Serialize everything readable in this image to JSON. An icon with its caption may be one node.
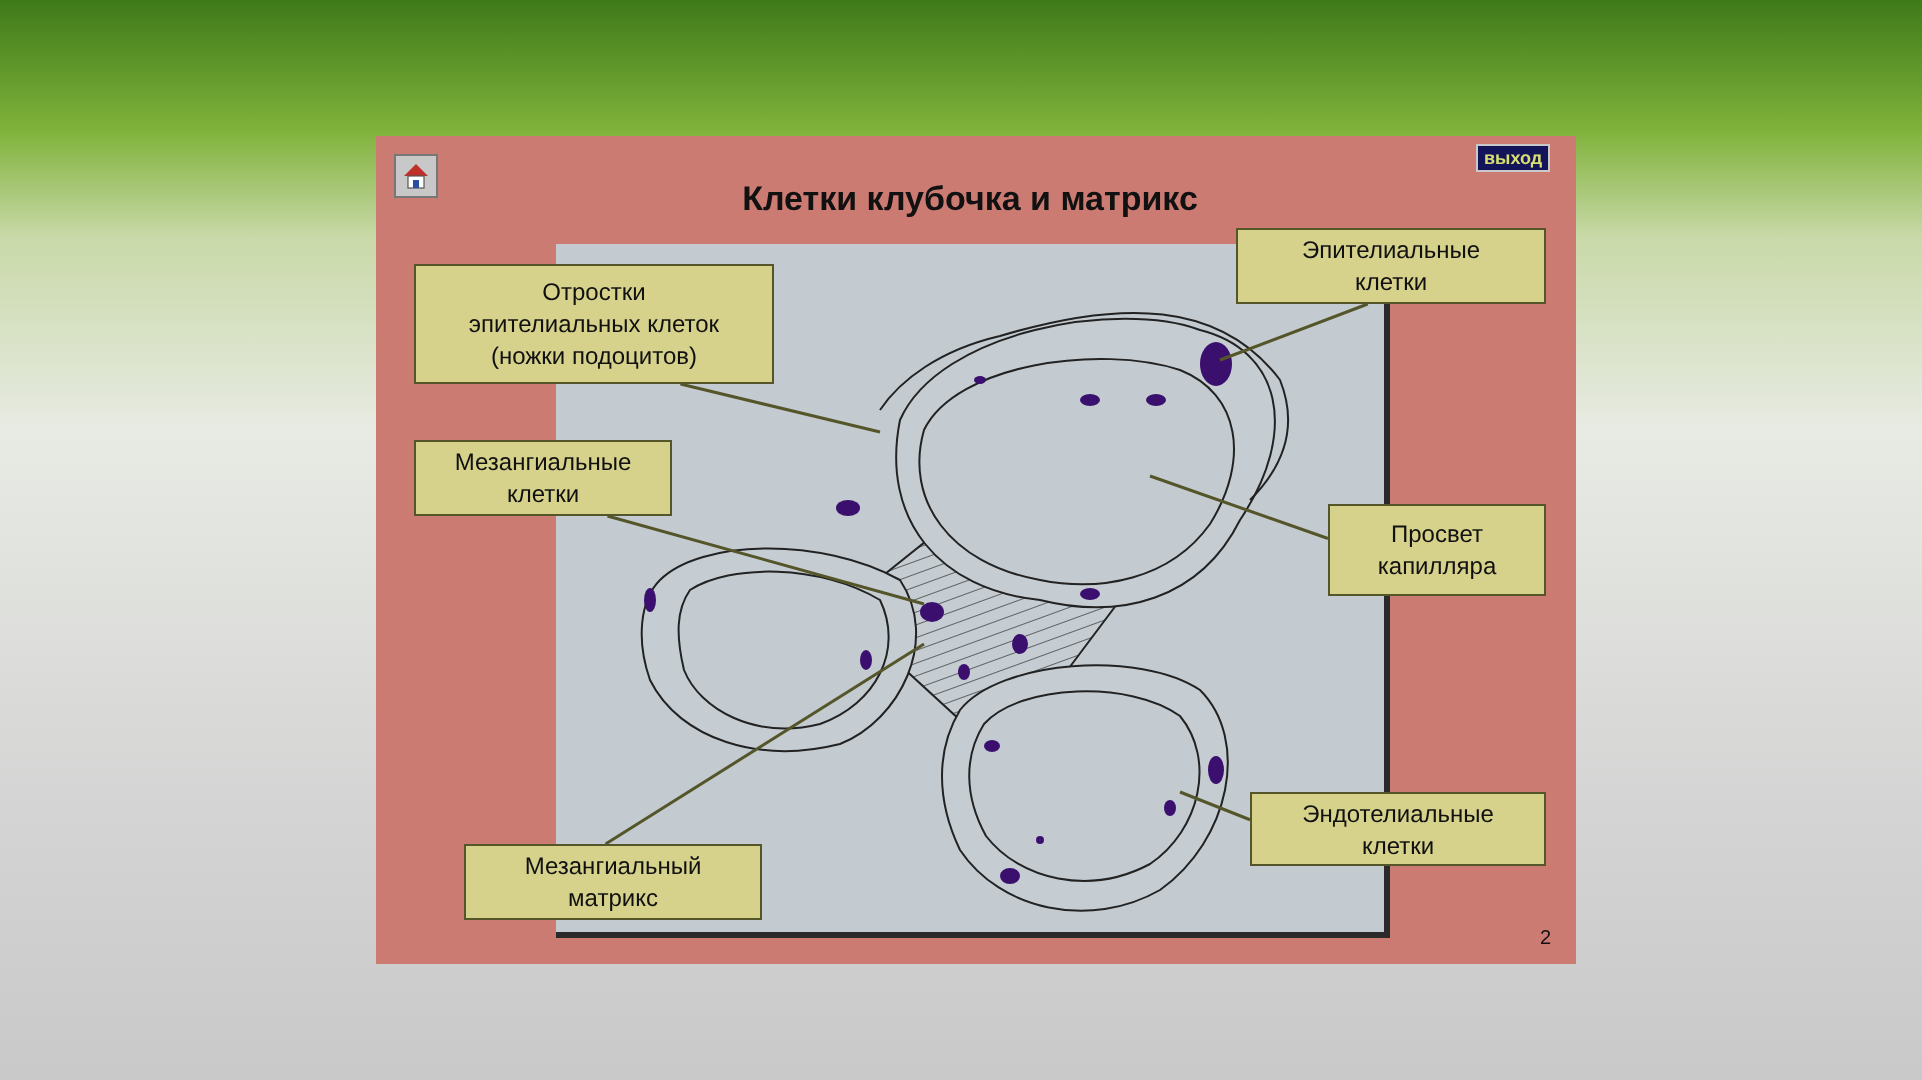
{
  "diagram": {
    "title": "Клетки клубочка и матрикс",
    "nodes": [
      {
        "text": [
          "Отростки эпителиальных клеток (ножки подоцитов)"
        ]
      },
      {
        "text": [
          "Эпителиальные клетки"
        ]
      },
      {
        "text": [
          "Мезангиальные клетки"
        ]
      },
      {
        "text": [
          "Просвет капилляра"
        ]
      },
      {
        "text": [
          "Мезангиальный матрикс"
        ]
      },
      {
        "text": [
          "Эндотелиальные клетки"
        ]
      }
    ],
    "edges": [
      {
        "from": 0,
        "to": null,
        "arrow": "none"
      },
      {
        "from": 1,
        "to": null,
        "arrow": "none"
      },
      {
        "from": 2,
        "to": null,
        "arrow": "none"
      },
      {
        "from": 3,
        "to": null,
        "arrow": "none"
      },
      {
        "from": 4,
        "to": null,
        "arrow": "none"
      },
      {
        "from": 5,
        "to": null,
        "arrow": "none"
      }
    ],
    "labels": [
      "выход",
      "2"
    ]
  }
}
